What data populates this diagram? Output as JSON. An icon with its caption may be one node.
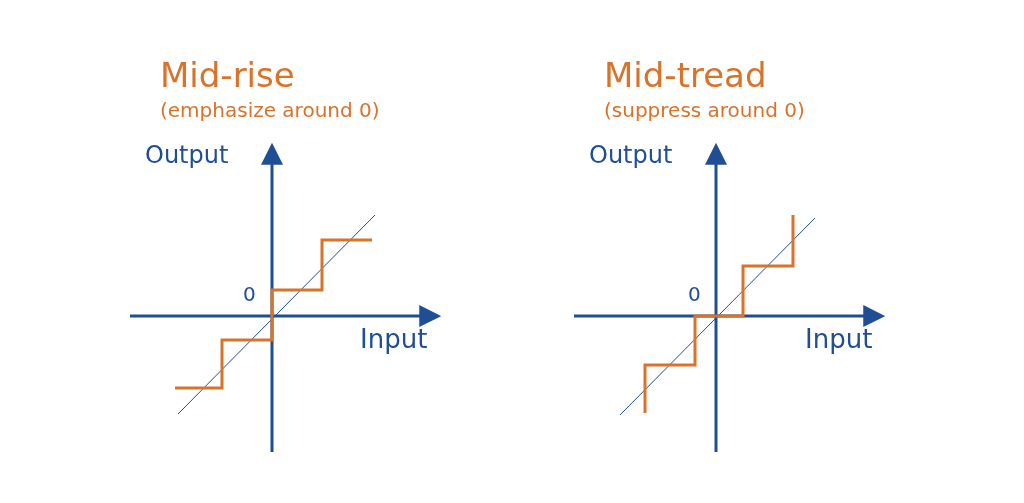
{
  "diagram": {
    "labels": [
      "Mid-rise",
      "(emphasize around 0)",
      "Output",
      "0",
      "Input",
      "Mid-tread",
      "(suppress around 0)",
      "Output",
      "0",
      "Input"
    ]
  }
}
